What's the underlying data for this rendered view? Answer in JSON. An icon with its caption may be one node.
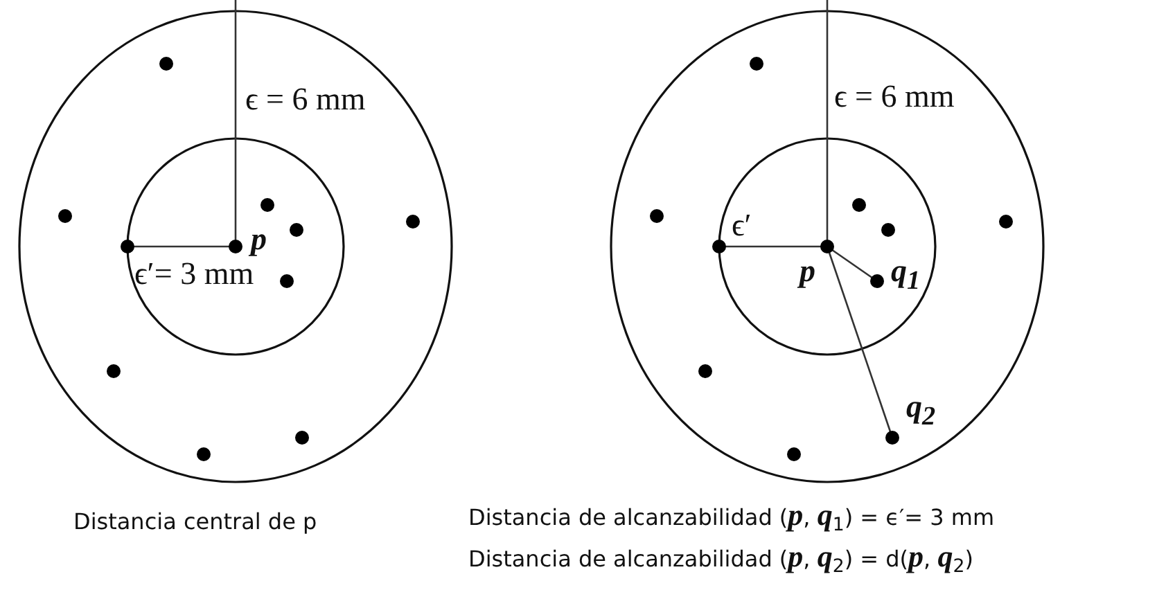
{
  "diagram": {
    "labels": [
      "ϵ = 6 mm",
      "p",
      "ϵ′= 3 mm",
      "ϵ = 6 mm",
      "ϵ′",
      "p",
      "q$_{1}$",
      "q$_{2}$",
      "Distancia central de p",
      "Distancia de alcanzabilidad (*p*, *q*$_{1}$) = ϵ′= 3 mm",
      "Distancia de alcanzabilidad (*p*, *q*$_{2}$) = d(*p*, *q*$_{2}$)"
    ]
  }
}
